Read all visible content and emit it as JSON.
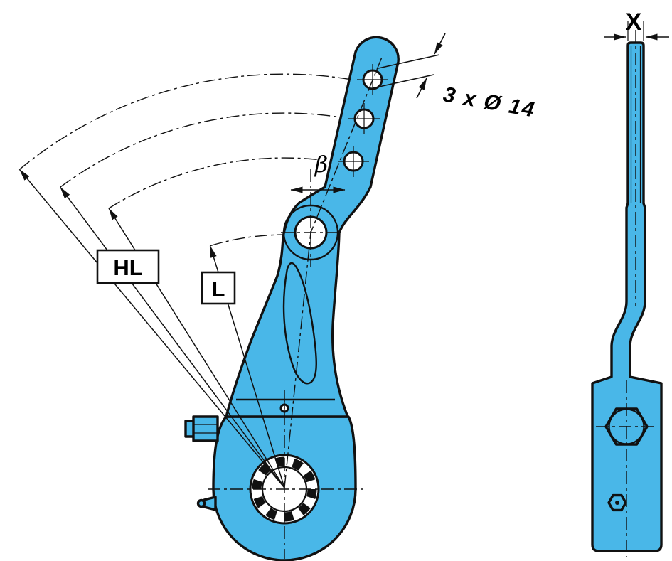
{
  "diagram": {
    "labels": {
      "hl": "HL",
      "l": "L",
      "beta": "β",
      "hole_dimension": "3 x Ø 14",
      "width_dimension": "X"
    },
    "colors": {
      "part_fill": "#49B7E8",
      "outline": "#111111",
      "background": "#FFFFFF",
      "label_text": "#000000"
    }
  }
}
